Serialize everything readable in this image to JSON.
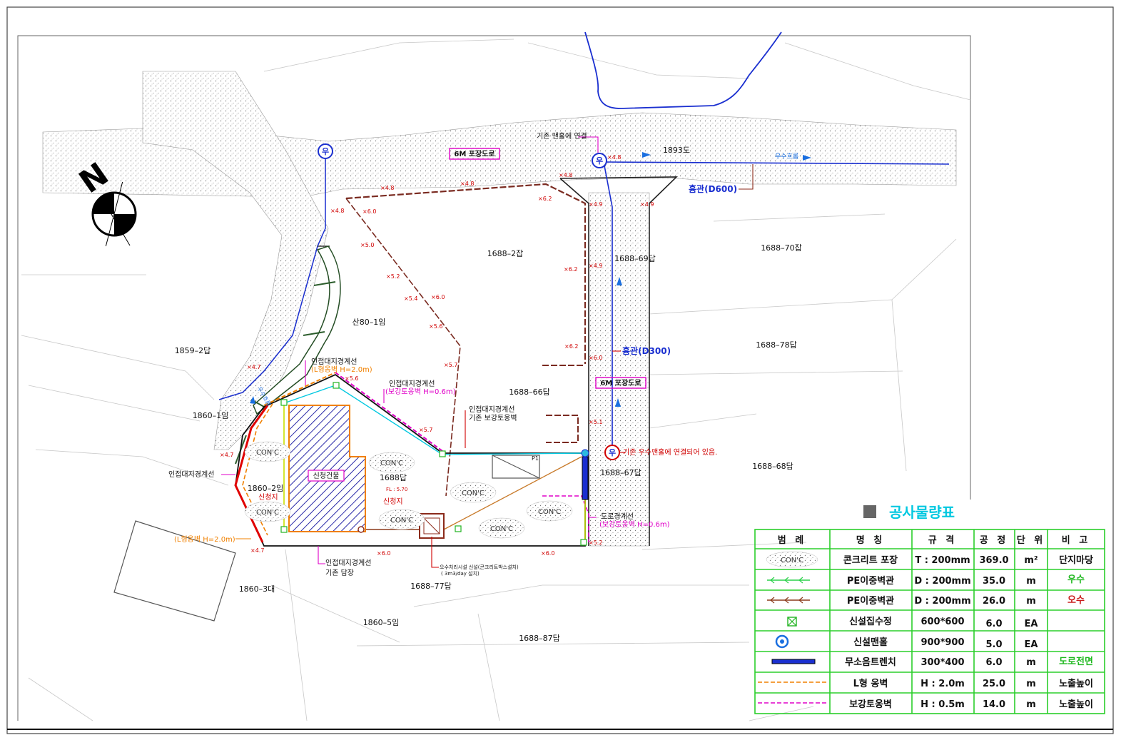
{
  "north_label": "N",
  "roads": {
    "road_top": "6M 포장도로",
    "road_right": "6M 포장도로"
  },
  "lots": {
    "l1893": "1893도",
    "l1688_2": "1688–2잡",
    "l1688_69": "1688–69답",
    "l1688_70": "1688–70잡",
    "l1688_78": "1688–78답",
    "l1688_66": "1688–66답",
    "l1688_67": "1688–67답",
    "l1688_68": "1688–68답",
    "l1688": "1688답",
    "l1688_77": "1688–77답",
    "l1688_87": "1688–87답",
    "l1859_2": "1859–2답",
    "l1860_1": "1860–1임",
    "l1860_2": "1860–2임",
    "l1860_3": "1860–3대",
    "l1860_5": "1860–5임",
    "san80_1": "산80–1임"
  },
  "elevations": {
    "e1": "×4.8",
    "e2": "×4.8",
    "e3": "×4.8",
    "e4": "×4.8",
    "e5": "×4.8",
    "e6": "×6.0",
    "e7": "×6.2",
    "e8": "×4.9",
    "e9": "×4.9",
    "e10": "×5.0",
    "e11": "×5.2",
    "e12": "×6.2",
    "e13": "×5.4",
    "e14": "×6.0",
    "e15": "×5.6",
    "e16": "×6.2",
    "e17": "×6.0",
    "e18": "×5.7",
    "e19": "×4.7",
    "e20": "×5.6",
    "e21": "×5.7",
    "e22": "×5.1",
    "e23": "×4.7",
    "e24": "×4.7",
    "e25": "×6.0",
    "e26": "×6.0",
    "e27": "×5.2"
  },
  "annotations": {
    "connect_existing": "기존 맨홀에 연결",
    "hume_d600": "흄관(D600)",
    "hume_d300": "흄관(D300)",
    "flow_top": "우수흐름",
    "flow_left": "우수흐름",
    "b1_title": "인접대지경계선",
    "b1_sub": "(L형옹벽 H=2.0m)",
    "b2_title": "인접대지경계선",
    "b2_sub": "(보강토옹벽 H=0.6m)",
    "b3_title": "인접대지경계선",
    "b3_sub": "기존 보강토옹벽",
    "b4_title": "인접대지경계선",
    "b5_title": "인접대지경계선",
    "b5_sub": "기존 담장",
    "road_boundary": "도로경계선",
    "road_boundary_sub": "(보강토옹벽 H=0.6m)",
    "l_wall": "(L형옹벽 H=2.0m)",
    "site1": "신청지",
    "site2": "신청지",
    "fl": "FL : 5.70",
    "building": "신청건물",
    "existing_connect": "기존 우수맨홀에 연결되어 있음.",
    "sewage1": "오수처리시설 신설(콘크리트박스설치)",
    "sewage2": "( 3m3/day 설치)",
    "p1": "P1"
  },
  "conc_labels": {
    "c1": "CON'C",
    "c2": "CON'C",
    "c3": "CON'C",
    "c4": "CON'C",
    "c5": "CON'C",
    "c6": "CON'C",
    "c7": "CON'C"
  },
  "table": {
    "title": "공사물량표",
    "headers": [
      "범 례",
      "명 칭",
      "규 격",
      "공 정",
      "단 위",
      "비 고"
    ],
    "rows": [
      {
        "legend": "CON'C",
        "name": "콘크리트 포장",
        "spec": "T : 200mm",
        "qty": "369.0",
        "unit": "m²",
        "note": "단지마당"
      },
      {
        "legend": "",
        "name": "PE이중벽관",
        "spec": "D : 200mm",
        "qty": "35.0",
        "unit": "m",
        "note": "우수"
      },
      {
        "legend": "",
        "name": "PE이중벽관",
        "spec": "D : 200mm",
        "qty": "26.0",
        "unit": "m",
        "note": "오수"
      },
      {
        "legend": "",
        "name": "신설집수정",
        "spec": "600*600",
        "qty": "6.0",
        "unit": "EA",
        "note": ""
      },
      {
        "legend": "",
        "name": "신설맨홀",
        "spec": "900*900",
        "qty": "5.0",
        "unit": "EA",
        "note": ""
      },
      {
        "legend": "",
        "name": "무소음트렌치",
        "spec": "300*400",
        "qty": "6.0",
        "unit": "m",
        "note": "도로전면"
      },
      {
        "legend": "",
        "name": "L형 옹벽",
        "spec": "H : 2.0m",
        "qty": "25.0",
        "unit": "m",
        "note": "노출높이"
      },
      {
        "legend": "",
        "name": "보강토옹벽",
        "spec": "H : 0.5m",
        "qty": "14.0",
        "unit": "m",
        "note": "노출높이"
      }
    ]
  },
  "colors": {
    "rain": "#1a2fd0",
    "sewage": "#8b2a1a",
    "pipe_pe_rain": "#2bd14a",
    "pipe_pe_sewage": "#8b3a1a",
    "magenta": "#e000c8",
    "orange": "#f08000",
    "green_note": "#1fb81f",
    "red_note": "#c81a1a",
    "table_border": "#2bcf2b",
    "title": "#00c8e0"
  }
}
